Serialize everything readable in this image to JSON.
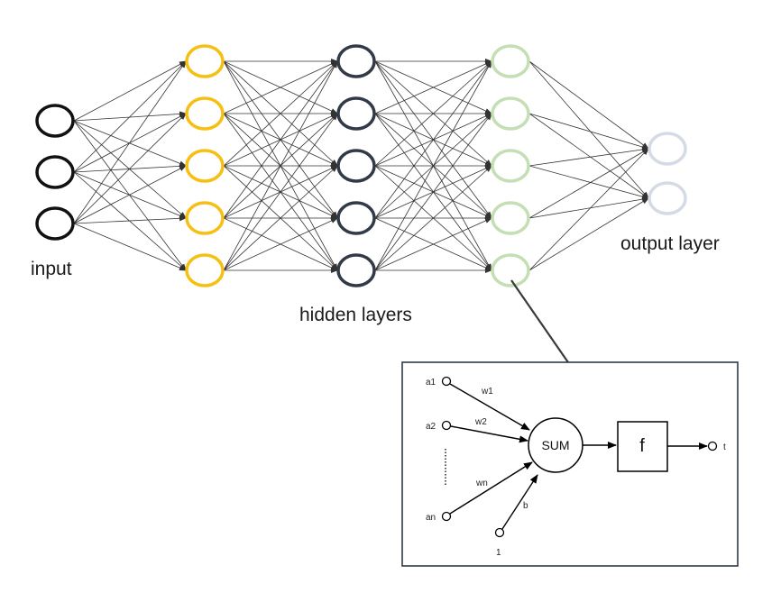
{
  "labels": {
    "input": "input",
    "hidden": "hidden layers",
    "output": "output layer"
  },
  "colors": {
    "input": "#111111",
    "hidden1": "#f7bf12",
    "hidden2": "#323a48",
    "hidden3": "#c4dfb4",
    "output": "#d5dbe6",
    "edge": "#333333"
  },
  "layers": [
    {
      "name": "input",
      "nodes": 3,
      "color_key": "input"
    },
    {
      "name": "hidden-1",
      "nodes": 5,
      "color_key": "hidden1"
    },
    {
      "name": "hidden-2",
      "nodes": 5,
      "color_key": "hidden2"
    },
    {
      "name": "hidden-3",
      "nodes": 5,
      "color_key": "hidden3"
    },
    {
      "name": "output",
      "nodes": 2,
      "color_key": "output"
    }
  ],
  "neuron": {
    "inputs": [
      "a1",
      "a2",
      "an"
    ],
    "weights": [
      "w1",
      "w2",
      "wn"
    ],
    "bias_input": "1",
    "bias_weight": "b",
    "sum_label": "SUM",
    "activation_label": "f",
    "output_label": "t"
  }
}
